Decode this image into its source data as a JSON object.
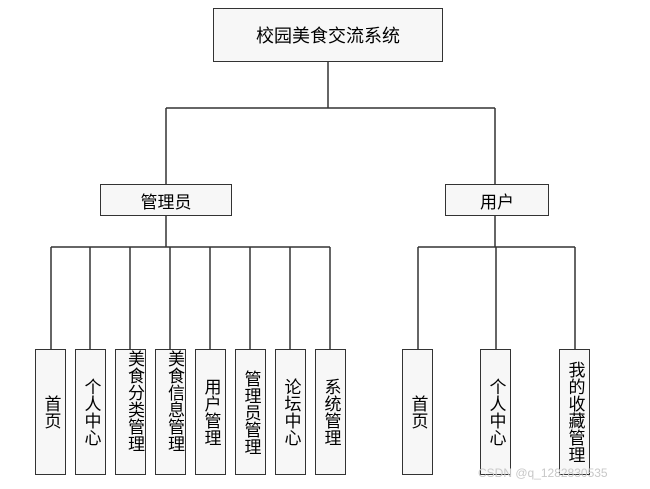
{
  "diagram": {
    "root": {
      "label": "校园美食交流系统"
    },
    "admin": {
      "label": "管理员",
      "children": [
        "首页",
        "个人中心",
        "美食分类管理",
        "美食信息管理",
        "用户管理",
        "管理员管理",
        "论坛中心",
        "系统管理"
      ]
    },
    "user": {
      "label": "用户",
      "children": [
        "首页",
        "个人中心",
        "我的收藏管理"
      ]
    }
  },
  "watermark": "CSDN @q_1282830535"
}
